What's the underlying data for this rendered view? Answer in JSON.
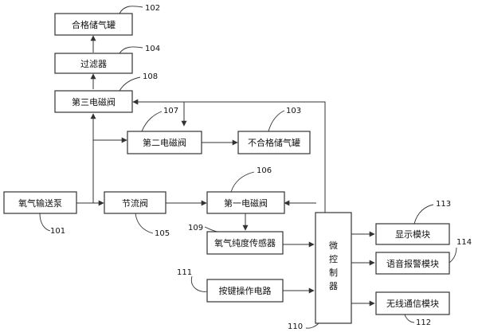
{
  "blocks": {
    "qualified_tank": "合格储气罐",
    "filter": "过滤器",
    "third_valve": "第三电磁阀",
    "second_valve": "第二电磁阀",
    "unqualified_tank": "不合格储气罐",
    "pump": "氧气输送泵",
    "throttle": "节流阀",
    "first_valve": "第一电磁阀",
    "sensor": "氧气纯度传感器",
    "keypad": "按键操作电路",
    "mcu": [
      "微",
      "控",
      "制",
      "器"
    ],
    "display": "显示模块",
    "voice_alarm": "语音报警模块",
    "wireless": "无线通信模块"
  },
  "refs": {
    "r101": "101",
    "r102": "102",
    "r103": "103",
    "r104": "104",
    "r105": "105",
    "r106": "106",
    "r107": "107",
    "r108": "108",
    "r109": "109",
    "r110": "110",
    "r111": "111",
    "r112": "112",
    "r113": "113",
    "r114": "114"
  }
}
